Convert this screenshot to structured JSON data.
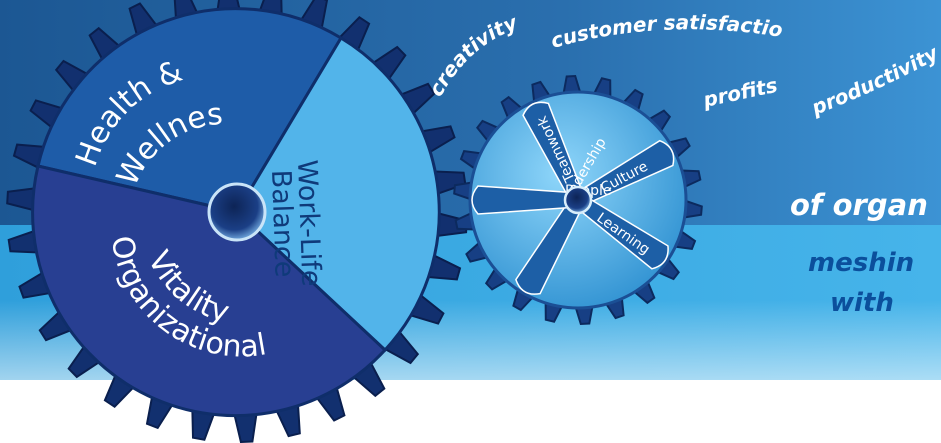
{
  "colors": {
    "banner_top": "#215f99",
    "banner_right": "#3a8fd0",
    "banner_lower": "#35a8e2",
    "big_gear_edge": "#13327a",
    "health_segment": "#1e5ca8",
    "worklife_segment": "#52b4ea",
    "vitality_segment": "#283f92",
    "small_gear_disc": "#5cbcef",
    "spoke_fill": "#1d5fa6",
    "tagline_dark": "#0b4f9c"
  },
  "big_gear": {
    "segments": [
      "Health & Wellness",
      "Work-Life Balance",
      "Organizational Vitality"
    ],
    "health_line1": "Health &",
    "health_line2": "Wellness",
    "worklife_line1": "Work-Life",
    "worklife_line2": "Balance",
    "vitality_line1": "Organizational",
    "vitality_line2": "Vitality"
  },
  "small_gear": {
    "spokes": [
      "Teamwork",
      "Culture",
      "Learning",
      "Leadership",
      "People"
    ]
  },
  "outcomes": {
    "creativity": "creativity",
    "customer_satisfaction": "customer satisfaction",
    "profits": "profits",
    "productivity": "productivity"
  },
  "taglines": {
    "line1": "of organ",
    "line2": "meshin",
    "line3": "with"
  }
}
